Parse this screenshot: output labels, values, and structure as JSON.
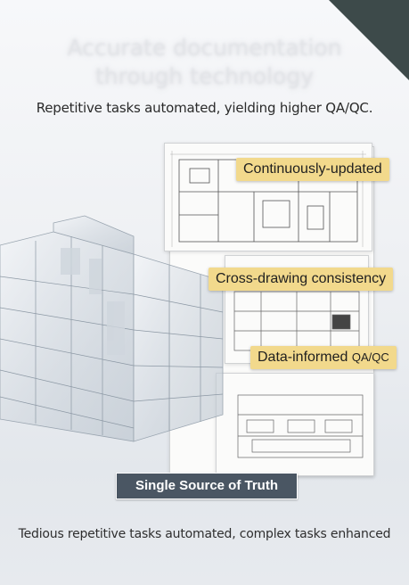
{
  "header": {
    "title_line1": "Accurate documentation",
    "title_line2": "through technology",
    "subtitle": "Repetitive tasks automated, yielding higher QA/QC."
  },
  "callouts": {
    "continuously_updated": "Continuously-updated",
    "cross_drawing": "Cross-drawing consistency",
    "data_informed_main": "Data-informed",
    "data_informed_small": "QA/QC"
  },
  "badge": {
    "label": "Single Source of Truth"
  },
  "footer": {
    "text": "Tedious repetitive tasks automated, complex tasks enhanced"
  },
  "colors": {
    "corner": "#3d4a4a",
    "callout": "#f2d98c",
    "badge": "#4a5663"
  }
}
